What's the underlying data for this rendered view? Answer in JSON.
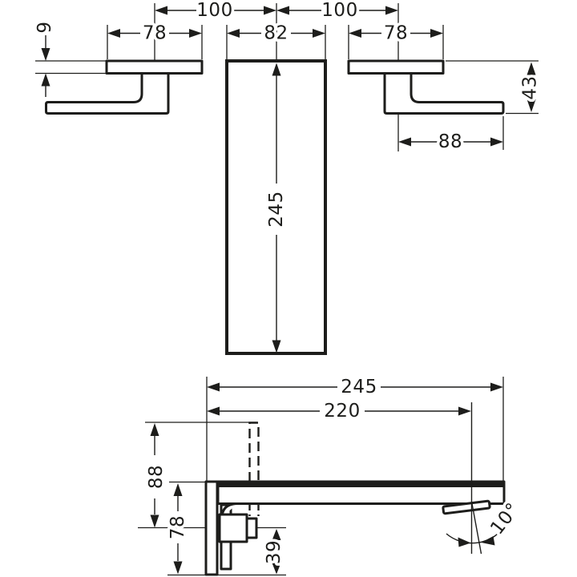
{
  "drawing": {
    "background": "#ffffff",
    "ink_color": "#1d1d1b",
    "front_view": {
      "center_offset_left": "100",
      "center_offset_right": "100",
      "handle_escutcheon_width_left": "78",
      "spout_escutcheon_width": "82",
      "handle_escutcheon_width_right": "78",
      "escutcheon_thickness": "9",
      "handle_height": "43",
      "handle_projection": "88",
      "spout_escutcheon_height": "245"
    },
    "side_view": {
      "spout_total_projection": "245",
      "outlet_projection": "220",
      "top_to_supply_center": "88",
      "escutcheon_height": "78",
      "supply_center_to_bottom": "39",
      "outlet_angle": "10°"
    }
  }
}
